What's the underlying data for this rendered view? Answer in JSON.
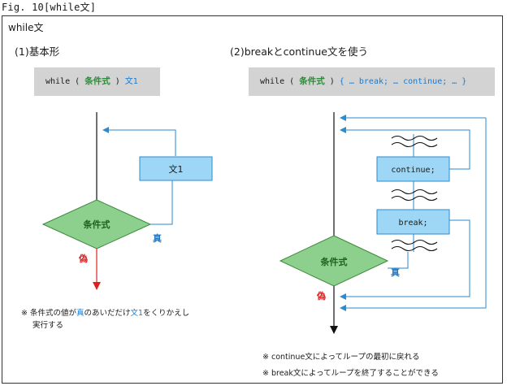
{
  "caption": "Fig. 10[while文]",
  "title": "while文",
  "left": {
    "heading": "(1)基本形",
    "code": {
      "kw": "while",
      "open": "(",
      "cond": "条件式",
      "close": ")",
      "stmt": "文1"
    },
    "stmt_box": "文1",
    "cond_label": "条件式",
    "true_label": "真",
    "false_label": "偽",
    "note_mark": "※",
    "note_p1": "条件式の値が",
    "note_true": "真",
    "note_p2": "のあいだだけ",
    "note_stmt": "文1",
    "note_p3": "をくりかえし",
    "note_line2": "実行する"
  },
  "right": {
    "heading": "(2)breakとcontinue文を使う",
    "code": {
      "kw": "while",
      "open": "(",
      "cond": "条件式",
      "close": ")",
      "body": "{ … break; … continue; … }"
    },
    "continue_box": "continue;",
    "break_box": "break;",
    "cond_label": "条件式",
    "true_label": "真",
    "false_label": "偽",
    "note1": "※ continue文によってループの最初に戻れる",
    "note2": "※ break文によってループを終了することができる"
  },
  "colors": {
    "box_fill": "#9dd7f5",
    "box_stroke": "#2a8bd0",
    "diamond_fill": "#8dcf8d",
    "diamond_stroke": "#3b8a3b",
    "code_bg": "#d3d3d3",
    "false_red": "#e02020",
    "arrow_blue": "#2a8bd0"
  }
}
